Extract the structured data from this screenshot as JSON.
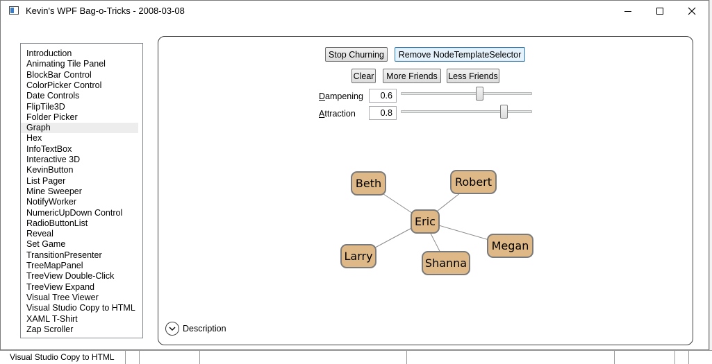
{
  "window": {
    "title": "Kevin's WPF Bag-o-Tricks - 2008-03-08"
  },
  "background_window": {
    "partial_text": "Visual Studio Copy to HTML"
  },
  "sidebar": {
    "selected": "Graph",
    "items": [
      {
        "label": "Introduction"
      },
      {
        "label": "Animating Tile Panel"
      },
      {
        "label": "BlockBar Control"
      },
      {
        "label": "ColorPicker Control"
      },
      {
        "label": "Date Controls"
      },
      {
        "label": "FlipTile3D"
      },
      {
        "label": "Folder Picker"
      },
      {
        "label": "Graph"
      },
      {
        "label": "Hex"
      },
      {
        "label": "InfoTextBox"
      },
      {
        "label": "Interactive 3D"
      },
      {
        "label": "KevinButton"
      },
      {
        "label": "List Pager"
      },
      {
        "label": "Mine Sweeper"
      },
      {
        "label": "NotifyWorker"
      },
      {
        "label": "NumericUpDown Control"
      },
      {
        "label": "RadioButtonList"
      },
      {
        "label": "Reveal"
      },
      {
        "label": "Set Game"
      },
      {
        "label": "TransitionPresenter"
      },
      {
        "label": "TreeMapPanel"
      },
      {
        "label": "TreeView Double-Click"
      },
      {
        "label": "TreeView Expand"
      },
      {
        "label": "Visual Tree Viewer"
      },
      {
        "label": "Visual Studio Copy to HTML"
      },
      {
        "label": "XAML T-Shirt"
      },
      {
        "label": "Zap Scroller"
      }
    ]
  },
  "demo": {
    "buttons": {
      "stop_churning": "Stop Churning",
      "remove_selector": "Remove NodeTemplateSelector",
      "clear": "Clear",
      "more_friends": "More Friends",
      "less_friends": "Less Friends"
    },
    "sliders": [
      {
        "label_accel": "D",
        "label_rest": "ampening",
        "value": "0.6",
        "fraction": 0.6
      },
      {
        "label_accel": "A",
        "label_rest": "ttraction",
        "value": "0.8",
        "fraction": 0.8
      }
    ],
    "graph": {
      "center": "Eric",
      "nodes": [
        "Beth",
        "Robert",
        "Megan",
        "Shanna",
        "Larry"
      ]
    },
    "description": {
      "label": "Description"
    }
  },
  "colors": {
    "node_fill": "#deb887",
    "node_border": "#7a7a7a",
    "edge": "#8a8a8a",
    "selected_item": "#ededed",
    "focused_button": "#e5f1fb"
  }
}
